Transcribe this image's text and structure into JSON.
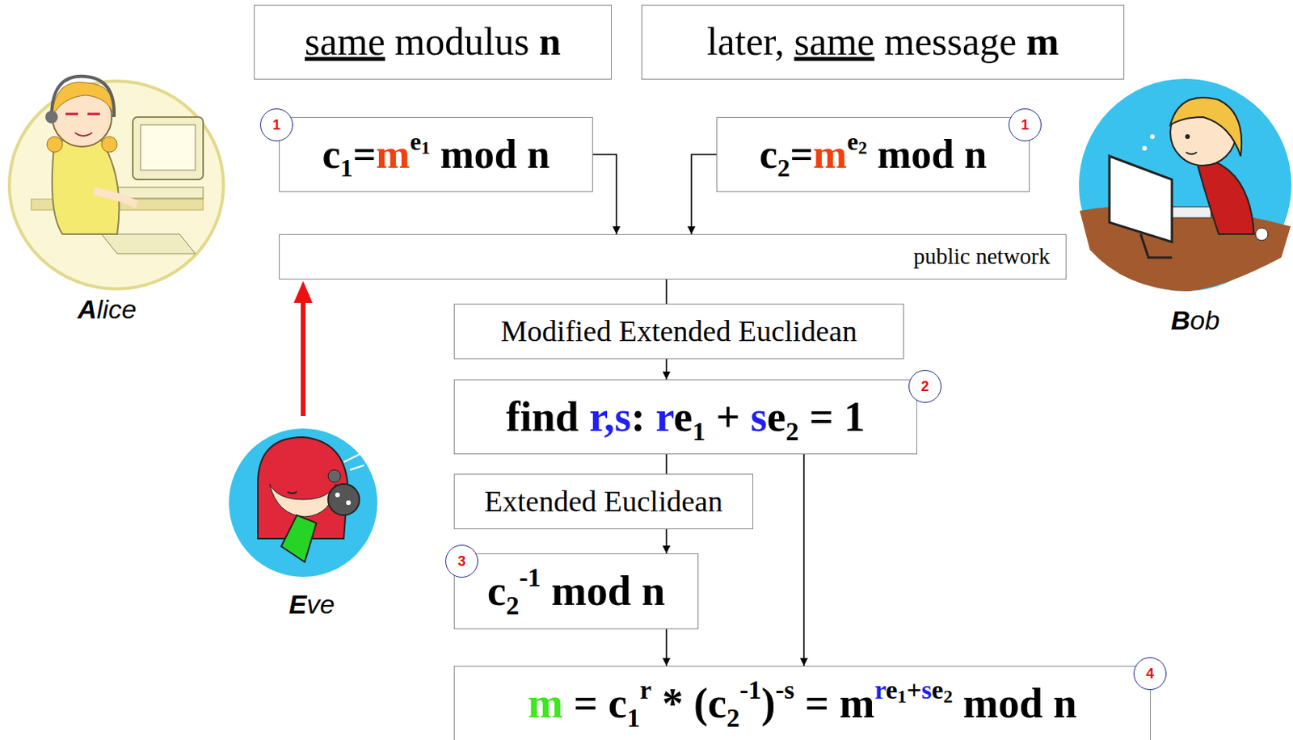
{
  "diagram": {
    "nodes": [
      {
        "text": [
          "same modulus n"
        ]
      },
      {
        "text": [
          "later, same message m"
        ]
      },
      {
        "text": [
          "c1=me1 mod n"
        ]
      },
      {
        "text": [
          "c2=me2 mod n"
        ]
      },
      {
        "text": [
          "public network"
        ]
      },
      {
        "text": [
          "Modified Extended Euclidean"
        ]
      },
      {
        "text": [
          "find r,s: re1 + se2 = 1"
        ]
      },
      {
        "text": [
          "Extended Euclidean"
        ]
      },
      {
        "text": [
          "c2-1 mod n"
        ]
      },
      {
        "text": [
          "m = c1r * (c2-1)-s = mre1+se2 mod n"
        ]
      }
    ],
    "edges": [
      {
        "from": 2,
        "to": 4,
        "arrow": "to"
      },
      {
        "from": 3,
        "to": 4,
        "arrow": "to"
      },
      {
        "from": 4,
        "to": 5,
        "arrow": "none"
      },
      {
        "from": 5,
        "to": 6,
        "arrow": "to"
      },
      {
        "from": 6,
        "to": 7,
        "arrow": "none"
      },
      {
        "from": 7,
        "to": 8,
        "arrow": "to"
      },
      {
        "from": 8,
        "to": 9,
        "arrow": "to"
      },
      {
        "from": 6,
        "to": 9,
        "arrow": "to"
      }
    ],
    "labels": [
      "1",
      "1",
      "2",
      "3",
      "4",
      "Alice",
      "Bob",
      "Eve"
    ]
  }
}
